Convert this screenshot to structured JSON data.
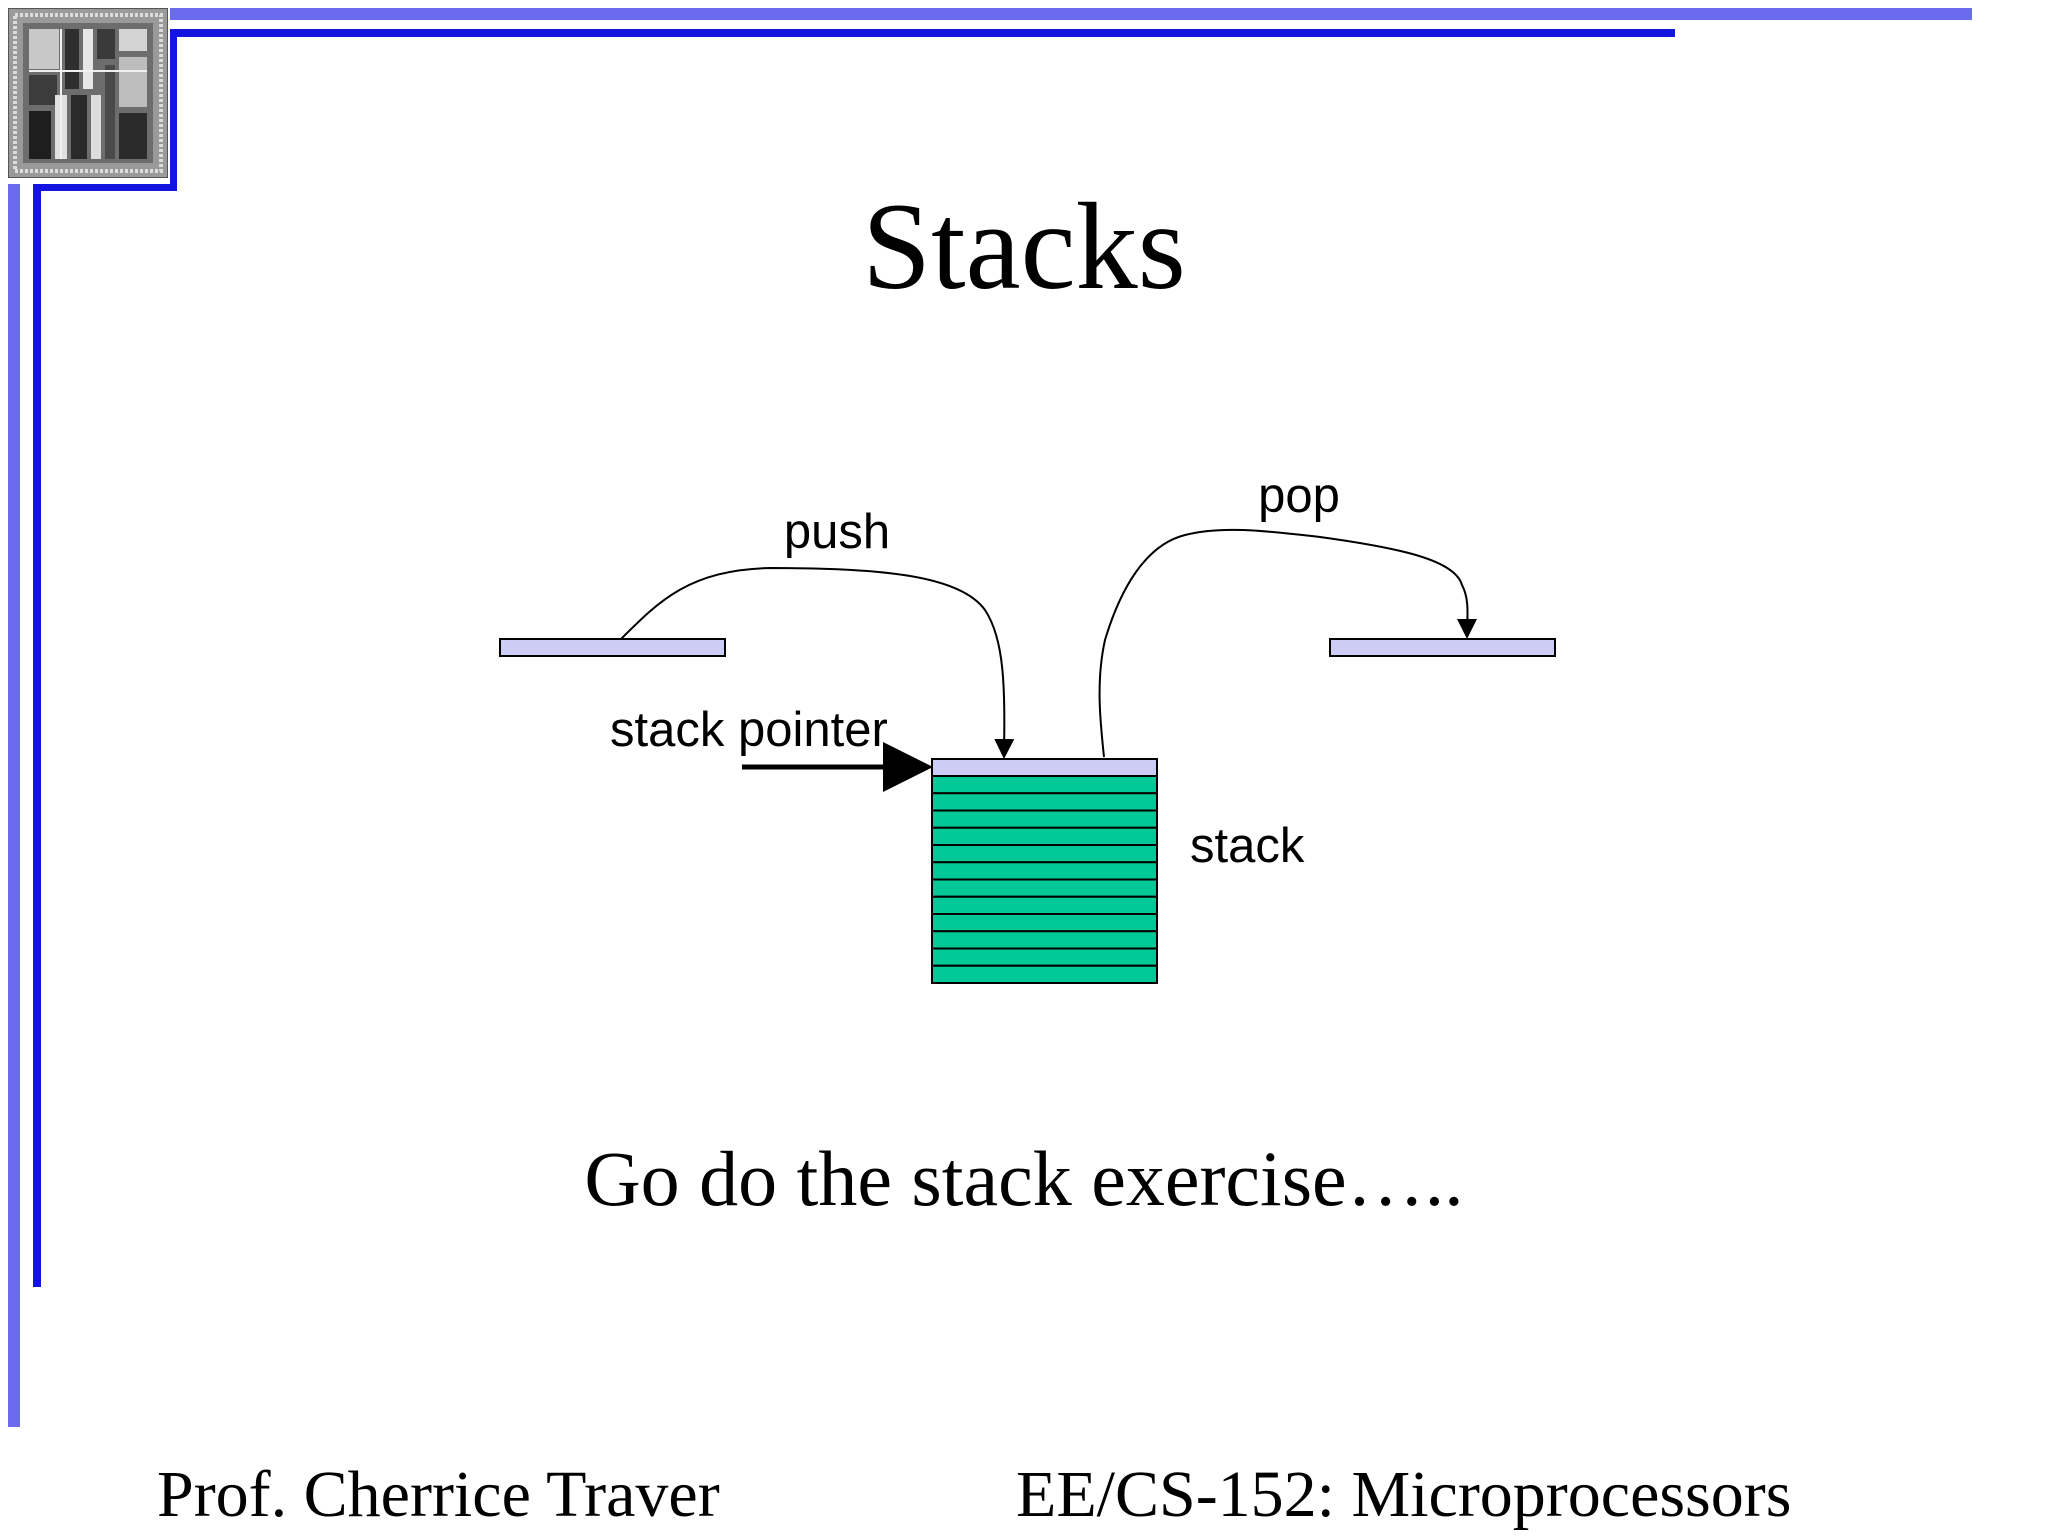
{
  "slide": {
    "title": "Stacks",
    "note": "Go do the stack exercise…..",
    "footer_left": "Prof. Cherrice Traver",
    "footer_right": "EE/CS-152: Microprocessors"
  },
  "diagram": {
    "push_label": "push",
    "pop_label": "pop",
    "stack_pointer_label": "stack pointer",
    "stack_label": "stack",
    "stack_row_count": 12
  },
  "colors": {
    "accent_light": "#6b6bf0",
    "accent_dark": "#1414e0",
    "stack_fill": "#00c896",
    "item_fill": "#ccccf5"
  }
}
